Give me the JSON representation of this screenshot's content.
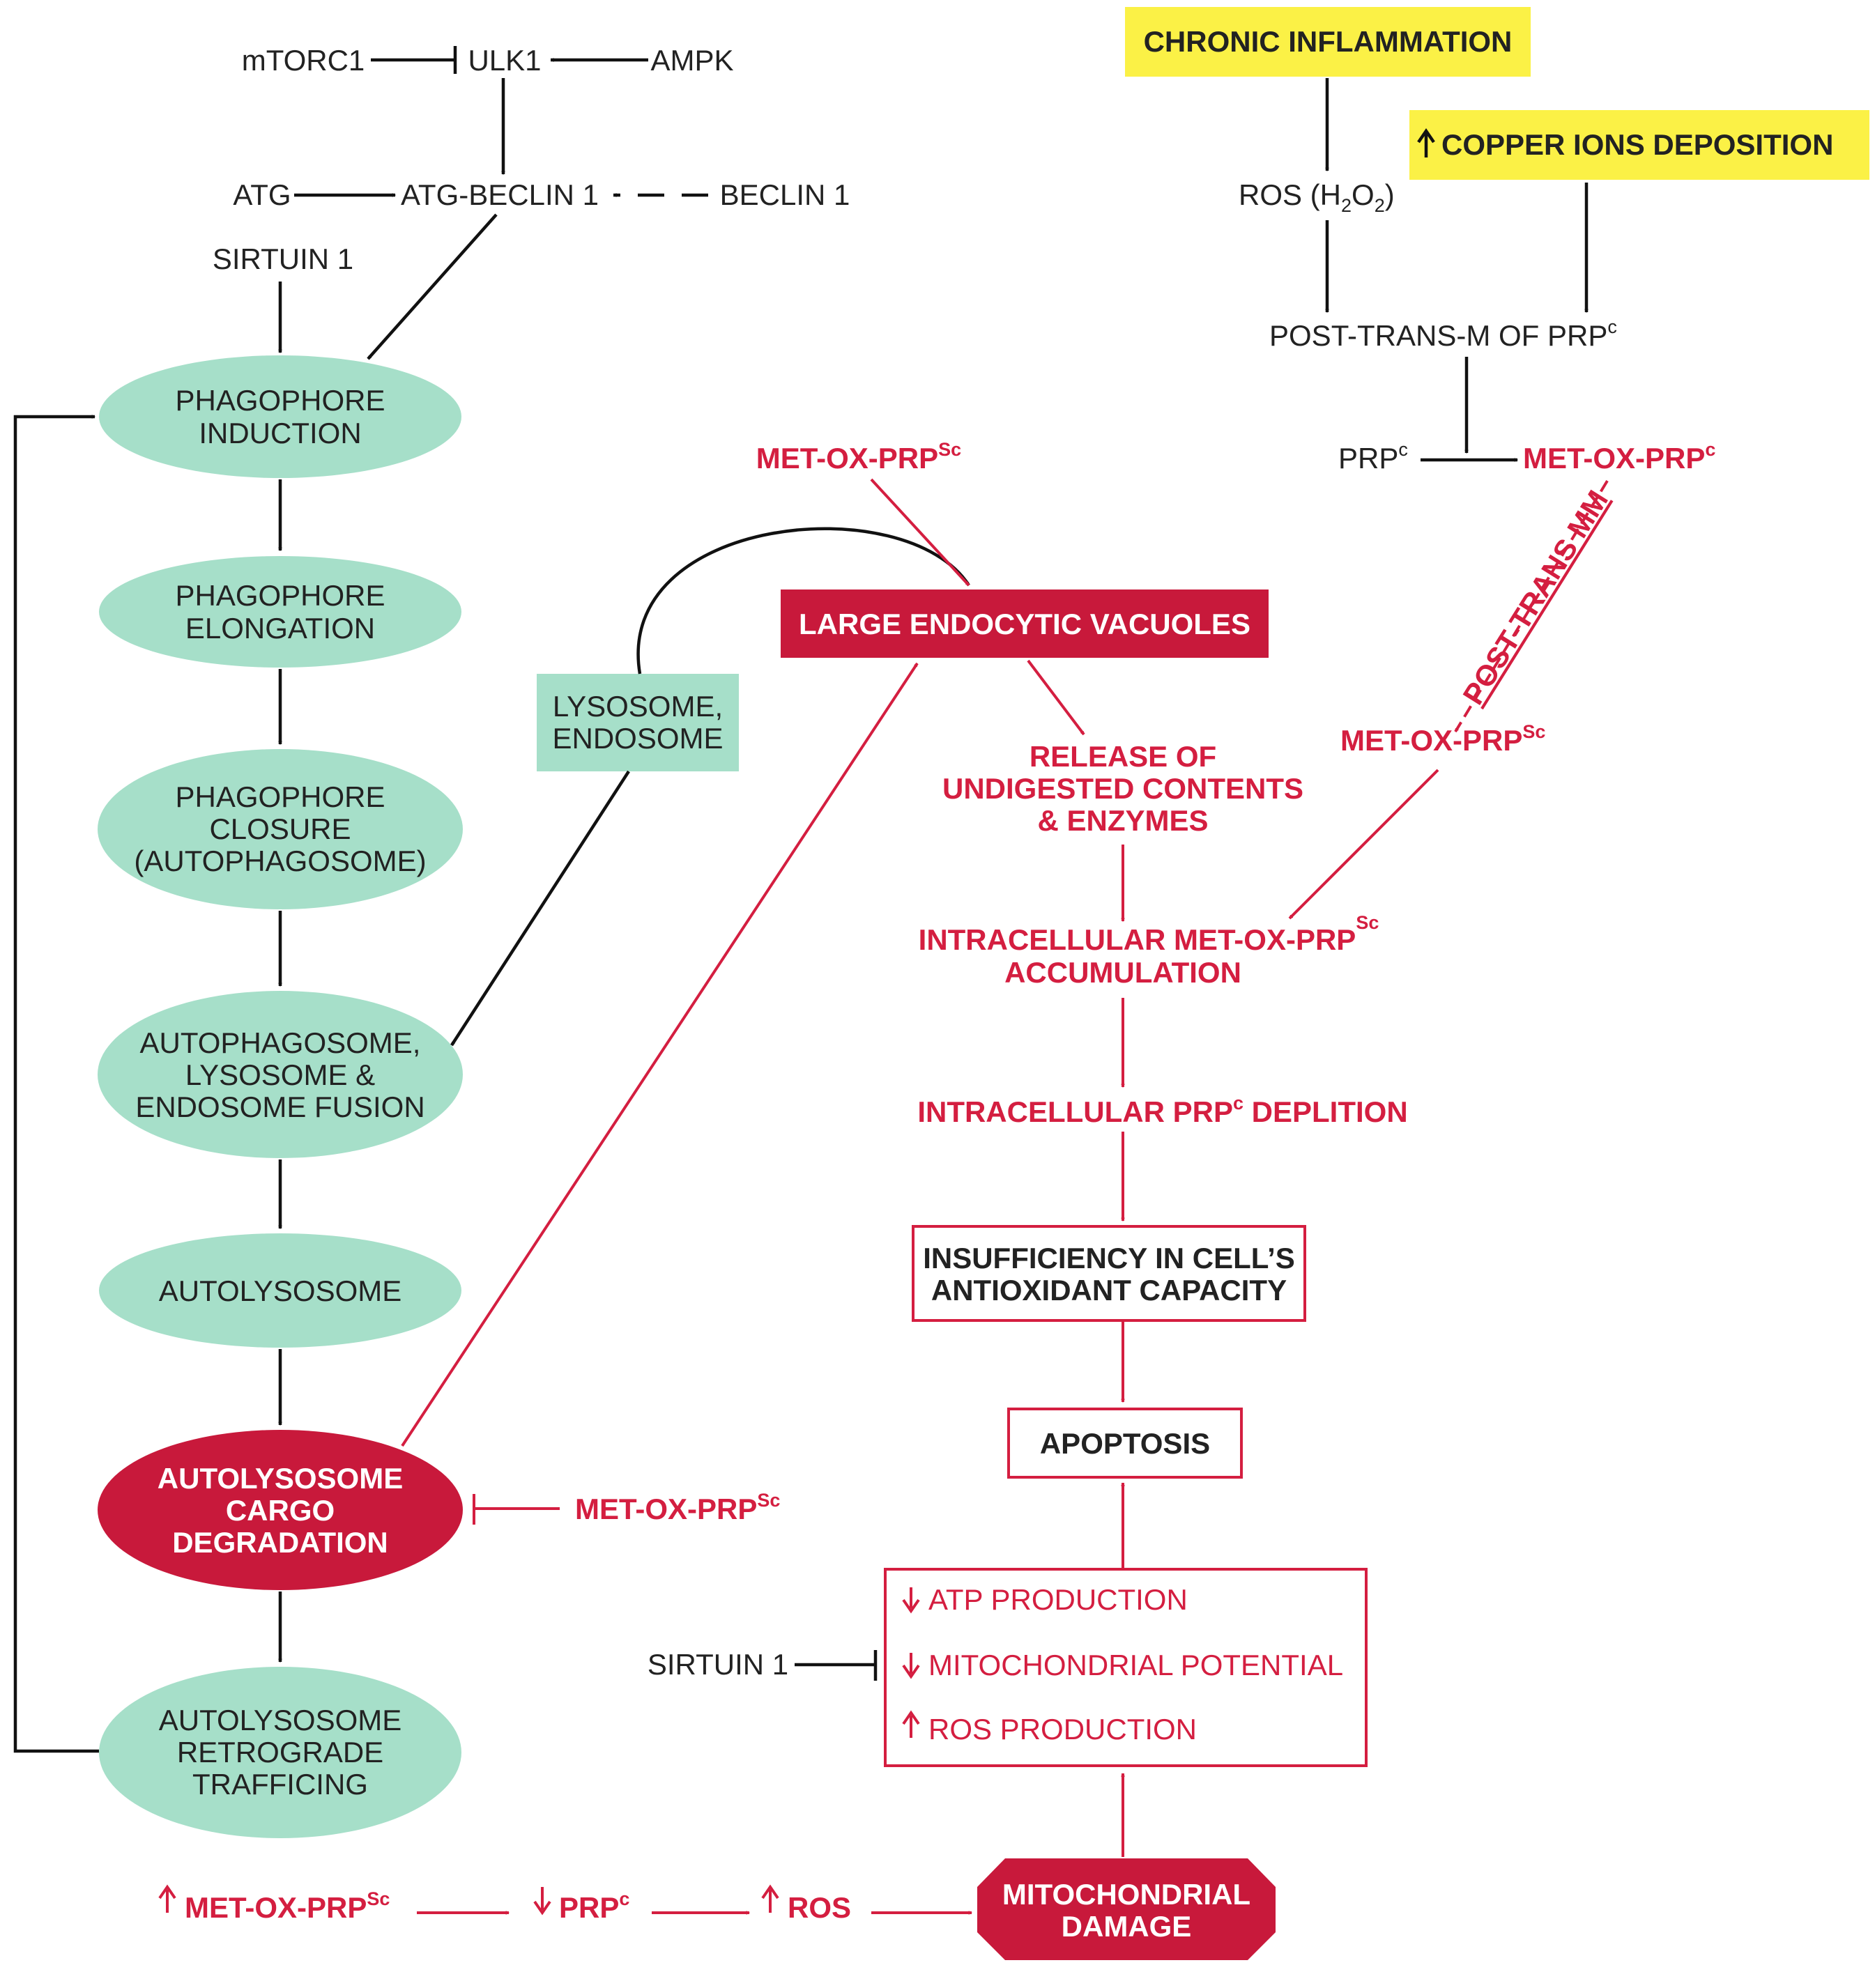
{
  "colors": {
    "teal_node": "#a6dfc9",
    "red_node": "#c8193b",
    "red_text": "#d41e40",
    "yellow_box": "#fbf146",
    "black": "#111111"
  },
  "top": {
    "mtorc1": "mTORC1",
    "ulk1": "ULK1",
    "ampk": "AMPK",
    "atg": "ATG",
    "atg_beclin": "ATG-BECLIN 1",
    "beclin": "BECLIN 1",
    "sirtuin_top": "SIRTUIN 1"
  },
  "pathway": {
    "n1": [
      "PHAGOPHORE",
      "INDUCTION"
    ],
    "n2": [
      "PHAGOPHORE",
      "ELONGATION"
    ],
    "n3": [
      "PHAGOPHORE",
      "CLOSURE",
      "(AUTOPHAGOSOME)"
    ],
    "n4": [
      "AUTOPHAGOSOME,",
      "LYSOSOME &",
      "ENDOSOME FUSION"
    ],
    "n5": "AUTOLYSOSOME",
    "n6": [
      "AUTOLYSOSOME",
      "CARGO",
      "DEGRADATION"
    ],
    "n7": [
      "AUTOLYSOSOME",
      "RETROGRADE",
      "TRAFFICING"
    ]
  },
  "lysosome_box": [
    "LYSOSOME,",
    "ENDOSOME"
  ],
  "met_ox_prp": "MET-OX-PRP",
  "sup_sc": "Sc",
  "sup_c": "c",
  "large_vacuoles": "LARGE ENDOCYTIC VACUOLES",
  "release": [
    "RELEASE OF",
    "UNDIGESTED CONTENTS",
    "& ENZYMES"
  ],
  "accum": {
    "line1": "INTRACELLULAR MET-OX-PRP",
    "line2": "ACCUMULATION"
  },
  "depletion": {
    "pre": "INTRACELLULAR PRP",
    "post": " DEPLITION"
  },
  "insufficiency": [
    "INSUFFICIENCY IN CELL’S",
    "ANTIOXIDANT CAPACITY"
  ],
  "apoptosis": "APOPTOSIS",
  "mito_box": {
    "atp": "ATP PRODUCTION",
    "potential": "MITOCHONDRIAL POTENTIAL",
    "ros": "ROS PRODUCTION"
  },
  "sirtuin_bottom": "SIRTUIN 1",
  "bottom_chain": {
    "prp": "PRP",
    "ros": "ROS"
  },
  "mito_damage": [
    "MITOCHONDRIAL",
    "DAMAGE"
  ],
  "right": {
    "chronic": "CHRONIC INFLAMMATION",
    "copper": "COPPER  IONS DEPOSITION",
    "ros_pre": "ROS (H",
    "ros_mid": "O",
    "ros_post": ")",
    "sub2": "2",
    "post_trans_m": "POST-TRANS-M  OF PRP",
    "prp": "PRP",
    "met_ox_prp_c": "MET-OX-PRP",
    "post_trans_mm": "POST-TRANS MM"
  }
}
